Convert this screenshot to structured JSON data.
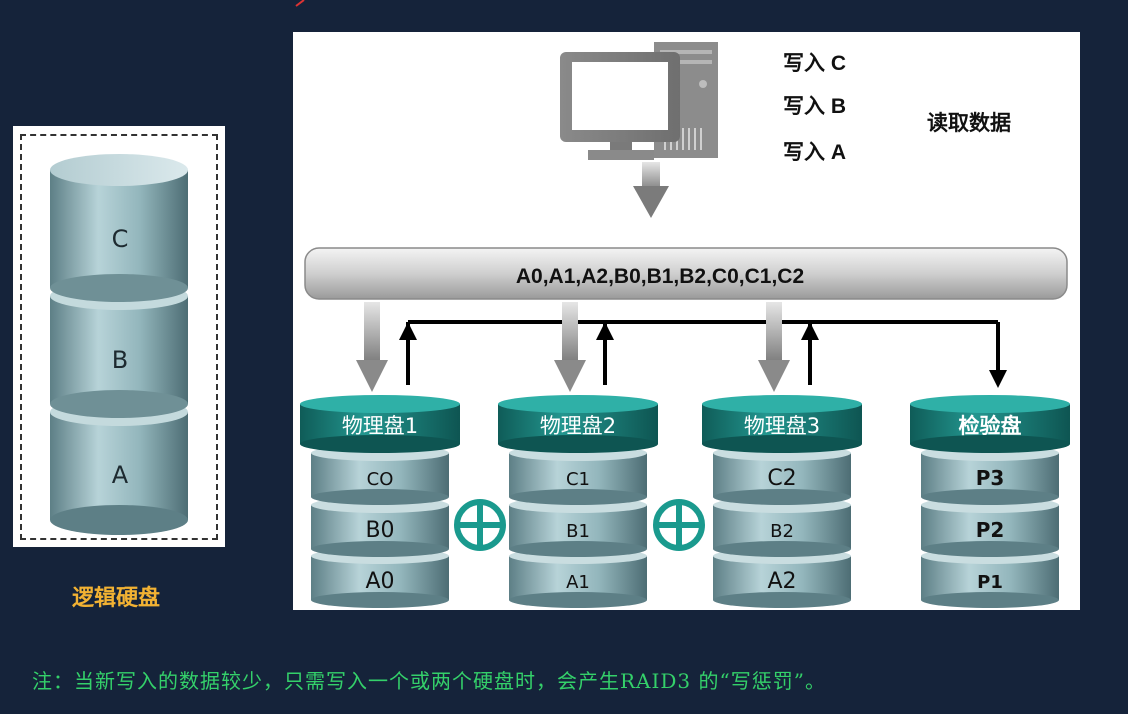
{
  "logical_disk": {
    "segments": [
      "C",
      "B",
      "A"
    ],
    "label": "逻辑硬盘"
  },
  "computer": {
    "write_ops": [
      "写入 C",
      "写入 B",
      "写入 A"
    ],
    "read_label": "读取数据"
  },
  "bus": {
    "label": "A0,A1,A2,B0,B1,B2,C0,C1,C2"
  },
  "disks": [
    {
      "title": "物理盘1",
      "blocks": [
        "CO",
        "B0",
        "A0"
      ]
    },
    {
      "title": "物理盘2",
      "blocks": [
        "C1",
        "B1",
        "A1"
      ]
    },
    {
      "title": "物理盘3",
      "blocks": [
        "C2",
        "B2",
        "A2"
      ]
    },
    {
      "title": "检验盘",
      "blocks": [
        "P3",
        "P2",
        "P1"
      ]
    }
  ],
  "xor_symbol": "⊕",
  "note": "注：当新写入的数据较少，只需写入一个或两个硬盘时，会产生RAID3  的“写惩罚”。",
  "colors": {
    "background": "#15233a",
    "teal_cap": "#1b7f7a",
    "cylinder": "#8fb2b8",
    "xor": "#1a9a8e",
    "label_orange": "#f2b233",
    "note_green": "#34d06a"
  }
}
